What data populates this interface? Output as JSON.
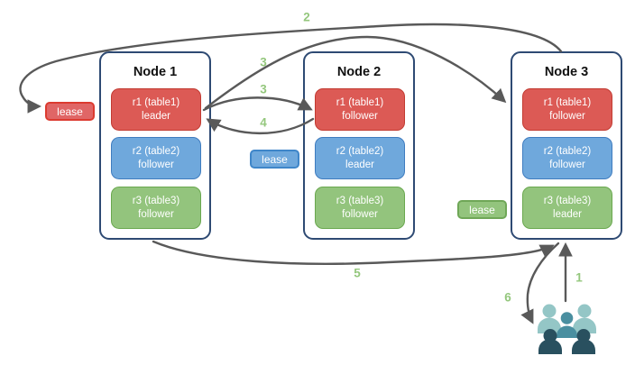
{
  "nodes": [
    {
      "title": "Node 1",
      "replicas": [
        {
          "name": "r1 (table1)",
          "role": "leader",
          "color": "#dc5a55"
        },
        {
          "name": "r2 (table2)",
          "role": "follower",
          "color": "#6fa8dc"
        },
        {
          "name": "r3 (table3)",
          "role": "follower",
          "color": "#93c47d"
        }
      ]
    },
    {
      "title": "Node 2",
      "replicas": [
        {
          "name": "r1 (table1)",
          "role": "follower",
          "color": "#dc5a55"
        },
        {
          "name": "r2 (table2)",
          "role": "leader",
          "color": "#6fa8dc"
        },
        {
          "name": "r3 (table3)",
          "role": "follower",
          "color": "#93c47d"
        }
      ]
    },
    {
      "title": "Node 3",
      "replicas": [
        {
          "name": "r1 (table1)",
          "role": "follower",
          "color": "#dc5a55"
        },
        {
          "name": "r2 (table2)",
          "role": "follower",
          "color": "#6fa8dc"
        },
        {
          "name": "r3 (table3)",
          "role": "leader",
          "color": "#93c47d"
        }
      ]
    }
  ],
  "leases": [
    {
      "label": "lease",
      "color": "#e06666",
      "position": "left-of-node1"
    },
    {
      "label": "lease",
      "color": "#6fa8dc",
      "position": "between-node1-and-node2"
    },
    {
      "label": "lease",
      "color": "#93c47d",
      "position": "between-node2-and-node3"
    }
  ],
  "steps": [
    {
      "label": "1"
    },
    {
      "label": "2"
    },
    {
      "label": "3"
    },
    {
      "label": "3"
    },
    {
      "label": "4"
    },
    {
      "label": "5"
    },
    {
      "label": "6"
    }
  ],
  "icons": {
    "users_group": "users-group-icon"
  },
  "colors": {
    "node_border": "#2e4a73",
    "arrow": "#595959",
    "step_label": "#94c77d",
    "users_back_row": "#94c6c6",
    "users_middle": "#4a8fa0",
    "users_front_row": "#29505f"
  }
}
